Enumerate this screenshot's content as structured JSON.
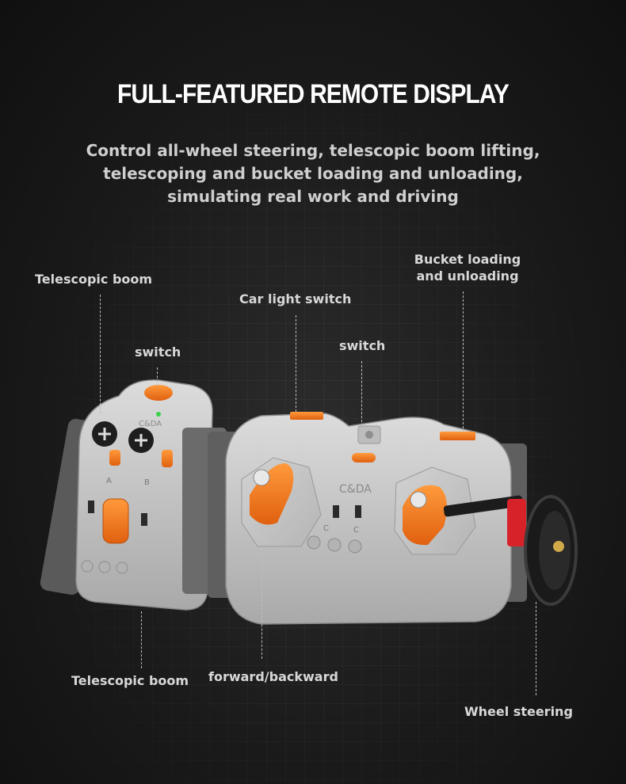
{
  "title": "FULL-FEATURED REMOTE DISPLAY",
  "subtitle": {
    "line1": "Control all-wheel steering, telescopic boom lifting,",
    "line2": "telescoping and bucket loading and unloading,",
    "line3": "simulating real work and driving"
  },
  "labels": {
    "telescopic_boom_top": "Telescopic boom",
    "switch_left": "switch",
    "car_light_switch": "Car light switch",
    "switch_right": "switch",
    "bucket_line1": "Bucket loading",
    "bucket_line2": "and unloading",
    "telescopic_boom_bottom": "Telescopic boom",
    "forward_backward": "forward/backward",
    "wheel_steering": "Wheel steering"
  },
  "device_markings": {
    "small_logo": "C&DA",
    "large_logo": "C&DA",
    "port_a": "A",
    "port_b": "B",
    "port_c1": "C",
    "port_c2": "C"
  },
  "colors": {
    "background": "#151515",
    "accent_orange": "#f0751e",
    "body_grey": "#c9c9c9",
    "text": "#d8d8d8"
  }
}
